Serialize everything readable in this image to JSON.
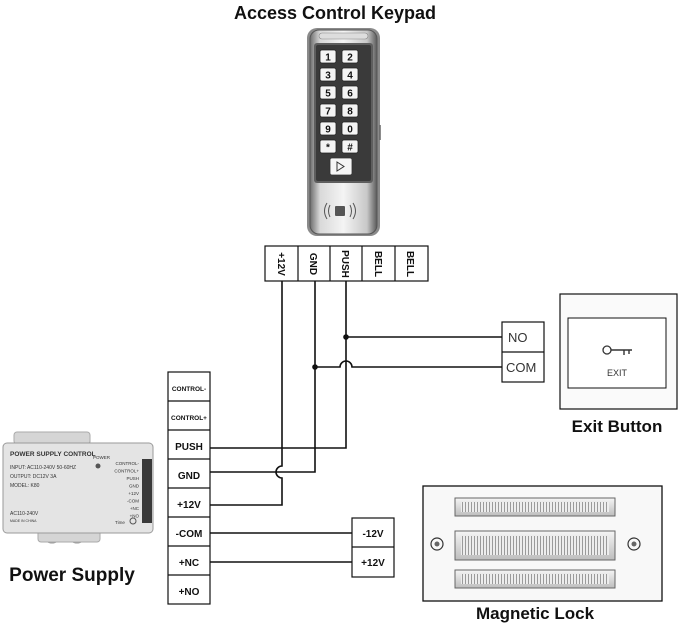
{
  "titles": {
    "keypad": "Access Control Keypad",
    "exit_button": "Exit Button",
    "power_supply": "Power Supply",
    "magnetic_lock": "Magnetic Lock"
  },
  "keypad": {
    "keys": [
      "1",
      "2",
      "3",
      "4",
      "5",
      "6",
      "7",
      "8",
      "9",
      "0",
      "*",
      "#"
    ],
    "terminals": [
      "+12V",
      "GND",
      "PUSH",
      "BELL",
      "BELL"
    ]
  },
  "exit_button": {
    "terminals": [
      "NO",
      "COM"
    ],
    "plate_label": "EXIT"
  },
  "power_supply": {
    "terminals": [
      "CONTROL-",
      "CONTROL+",
      "PUSH",
      "GND",
      "+12V",
      "-COM",
      "+NC",
      "+NO"
    ],
    "device": {
      "title": "POWER SUPPLY CONTROL",
      "power_led": "POWER",
      "lines": [
        "INPUT: AC110-240V 50-60HZ",
        "OUTPUT: DC12V 3A",
        "MODEL: K80"
      ],
      "side_labels": [
        "CONTROL-",
        "CONTROL+",
        "PUSH",
        "GND",
        "+12V",
        "-COM",
        "+NC",
        "+NO"
      ],
      "ac_label": "AC110-240V",
      "made_in": "MADE IN CHINA",
      "time_label": "Time"
    }
  },
  "magnetic_lock": {
    "terminals": [
      "-12V",
      "+12V"
    ]
  }
}
